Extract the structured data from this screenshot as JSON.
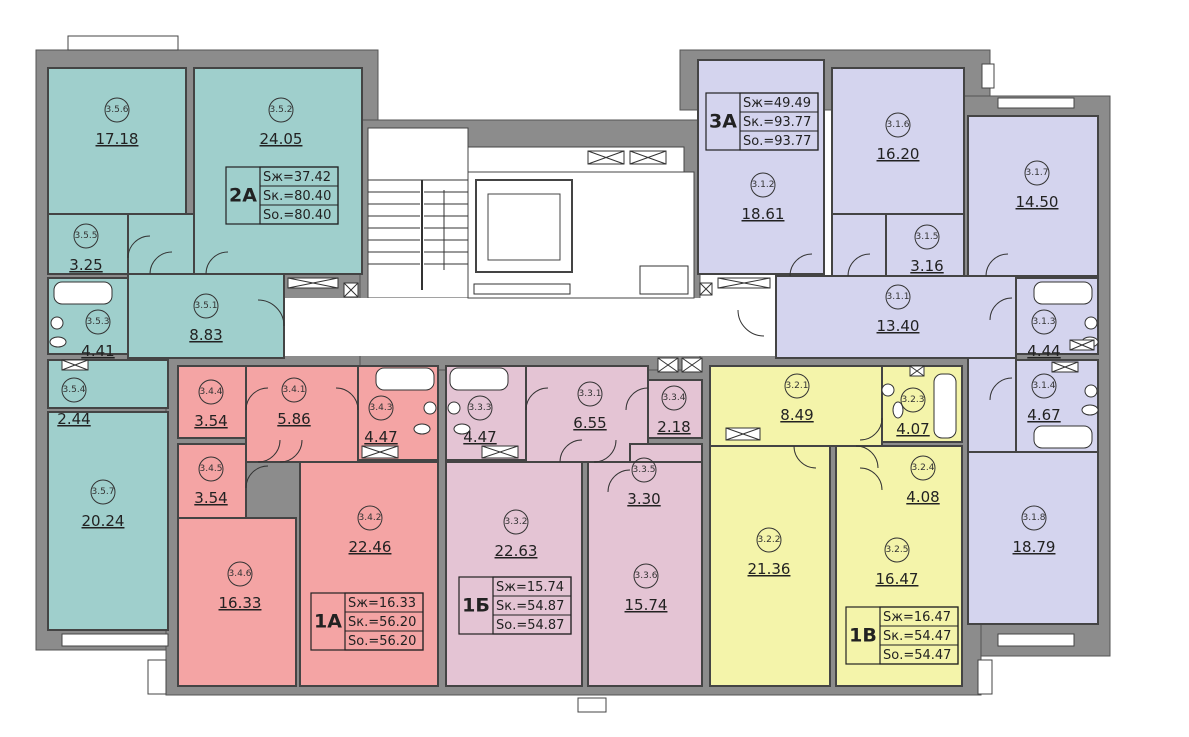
{
  "colors": {
    "apt_2A": "#9fcfcc",
    "apt_3A": "#d4d4ee",
    "apt_1A": "#f4a4a4",
    "apt_1B": "#e4c4d4",
    "apt_1V": "#f4f4aa",
    "wall": "#8c8c8c",
    "common": "#ffffff"
  },
  "rooms": [
    {
      "id": "3.5.6",
      "area": "17.18"
    },
    {
      "id": "3.5.2",
      "area": "24.05"
    },
    {
      "id": "3.5.5",
      "area": "3.25"
    },
    {
      "id": "3.5.1",
      "area": "8.83"
    },
    {
      "id": "3.5.3",
      "area": "4.41"
    },
    {
      "id": "3.5.4",
      "area": "2.44"
    },
    {
      "id": "3.5.7",
      "area": "20.24"
    },
    {
      "id": "3.4.4",
      "area": "3.54"
    },
    {
      "id": "3.4.1",
      "area": "5.86"
    },
    {
      "id": "3.4.3",
      "area": "4.47"
    },
    {
      "id": "3.4.5",
      "area": "3.54"
    },
    {
      "id": "3.4.2",
      "area": "22.46"
    },
    {
      "id": "3.4.6",
      "area": "16.33"
    },
    {
      "id": "3.3.3",
      "area": "4.47"
    },
    {
      "id": "3.3.1",
      "area": "6.55"
    },
    {
      "id": "3.3.4",
      "area": "2.18"
    },
    {
      "id": "3.3.5",
      "area": "3.30"
    },
    {
      "id": "3.3.2",
      "area": "22.63"
    },
    {
      "id": "3.3.6",
      "area": "15.74"
    },
    {
      "id": "3.2.1",
      "area": "8.49"
    },
    {
      "id": "3.2.3",
      "area": "4.07"
    },
    {
      "id": "3.2.4",
      "area": "4.08"
    },
    {
      "id": "3.2.2",
      "area": "21.36"
    },
    {
      "id": "3.2.5",
      "area": "16.47"
    },
    {
      "id": "3.1.6",
      "area": "16.20"
    },
    {
      "id": "3.1.2",
      "area": "18.61"
    },
    {
      "id": "3.1.7",
      "area": "14.50"
    },
    {
      "id": "3.1.5",
      "area": "3.16"
    },
    {
      "id": "3.1.1",
      "area": "13.40"
    },
    {
      "id": "3.1.3",
      "area": "4.44"
    },
    {
      "id": "3.1.4",
      "area": "4.67"
    },
    {
      "id": "3.1.8",
      "area": "18.79"
    }
  ],
  "apartments": [
    {
      "label": "2A",
      "s_zh": "Sж=37.42",
      "s_k": "Sк.=80.40",
      "s_o": "Sо.=80.40"
    },
    {
      "label": "3A",
      "s_zh": "Sж=49.49",
      "s_k": "Sк.=93.77",
      "s_o": "Sо.=93.77"
    },
    {
      "label": "1A",
      "s_zh": "Sж=16.33",
      "s_k": "Sк.=56.20",
      "s_o": "Sо.=56.20"
    },
    {
      "label": "1Б",
      "s_zh": "Sж=15.74",
      "s_k": "Sк.=54.87",
      "s_o": "Sо.=54.87"
    },
    {
      "label": "1В",
      "s_zh": "Sж=16.47",
      "s_k": "Sк.=54.47",
      "s_o": "Sо.=54.47"
    }
  ]
}
